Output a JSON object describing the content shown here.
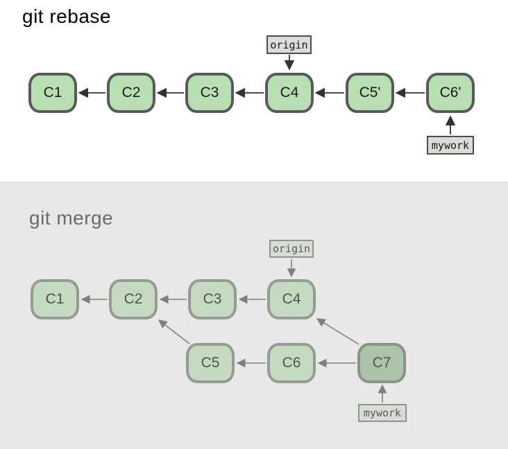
{
  "rebase": {
    "title": "git rebase",
    "commits": [
      "C1",
      "C2",
      "C3",
      "C4",
      "C5'",
      "C6'"
    ],
    "origin_label": "origin",
    "mywork_label": "mywork"
  },
  "merge": {
    "title": "git merge",
    "main_commits": [
      "C1",
      "C2",
      "C3",
      "C4"
    ],
    "branch_commits": [
      "C5",
      "C6",
      "C7"
    ],
    "merge_head": "C7",
    "origin_label": "origin",
    "mywork_label": "mywork"
  },
  "colors": {
    "page_bg": "#ffffff",
    "merge_panel_bg": "#e8e9e7",
    "rebase_node_fill": "#b9deb3",
    "rebase_node_border": "#58595b",
    "rebase_node_text": "#1a1a1a",
    "label_fill": "#d9ddd7",
    "rebase_label_border": "#4c4c4c",
    "rebase_arrow": "#333333",
    "merge_node_fill": "#c5dabe",
    "merge_node_border": "#959b96",
    "merge_node_text": "#4d534e",
    "merge_head_fill": "#aec4a9",
    "merge_head_border": "#8b918c",
    "merge_label_border": "#8f948f",
    "merge_label_text": "#55594f",
    "merge_arrow": "#7c817d",
    "merge_title_color": "#6b6b6b",
    "rebase_title_color": "#000000"
  }
}
